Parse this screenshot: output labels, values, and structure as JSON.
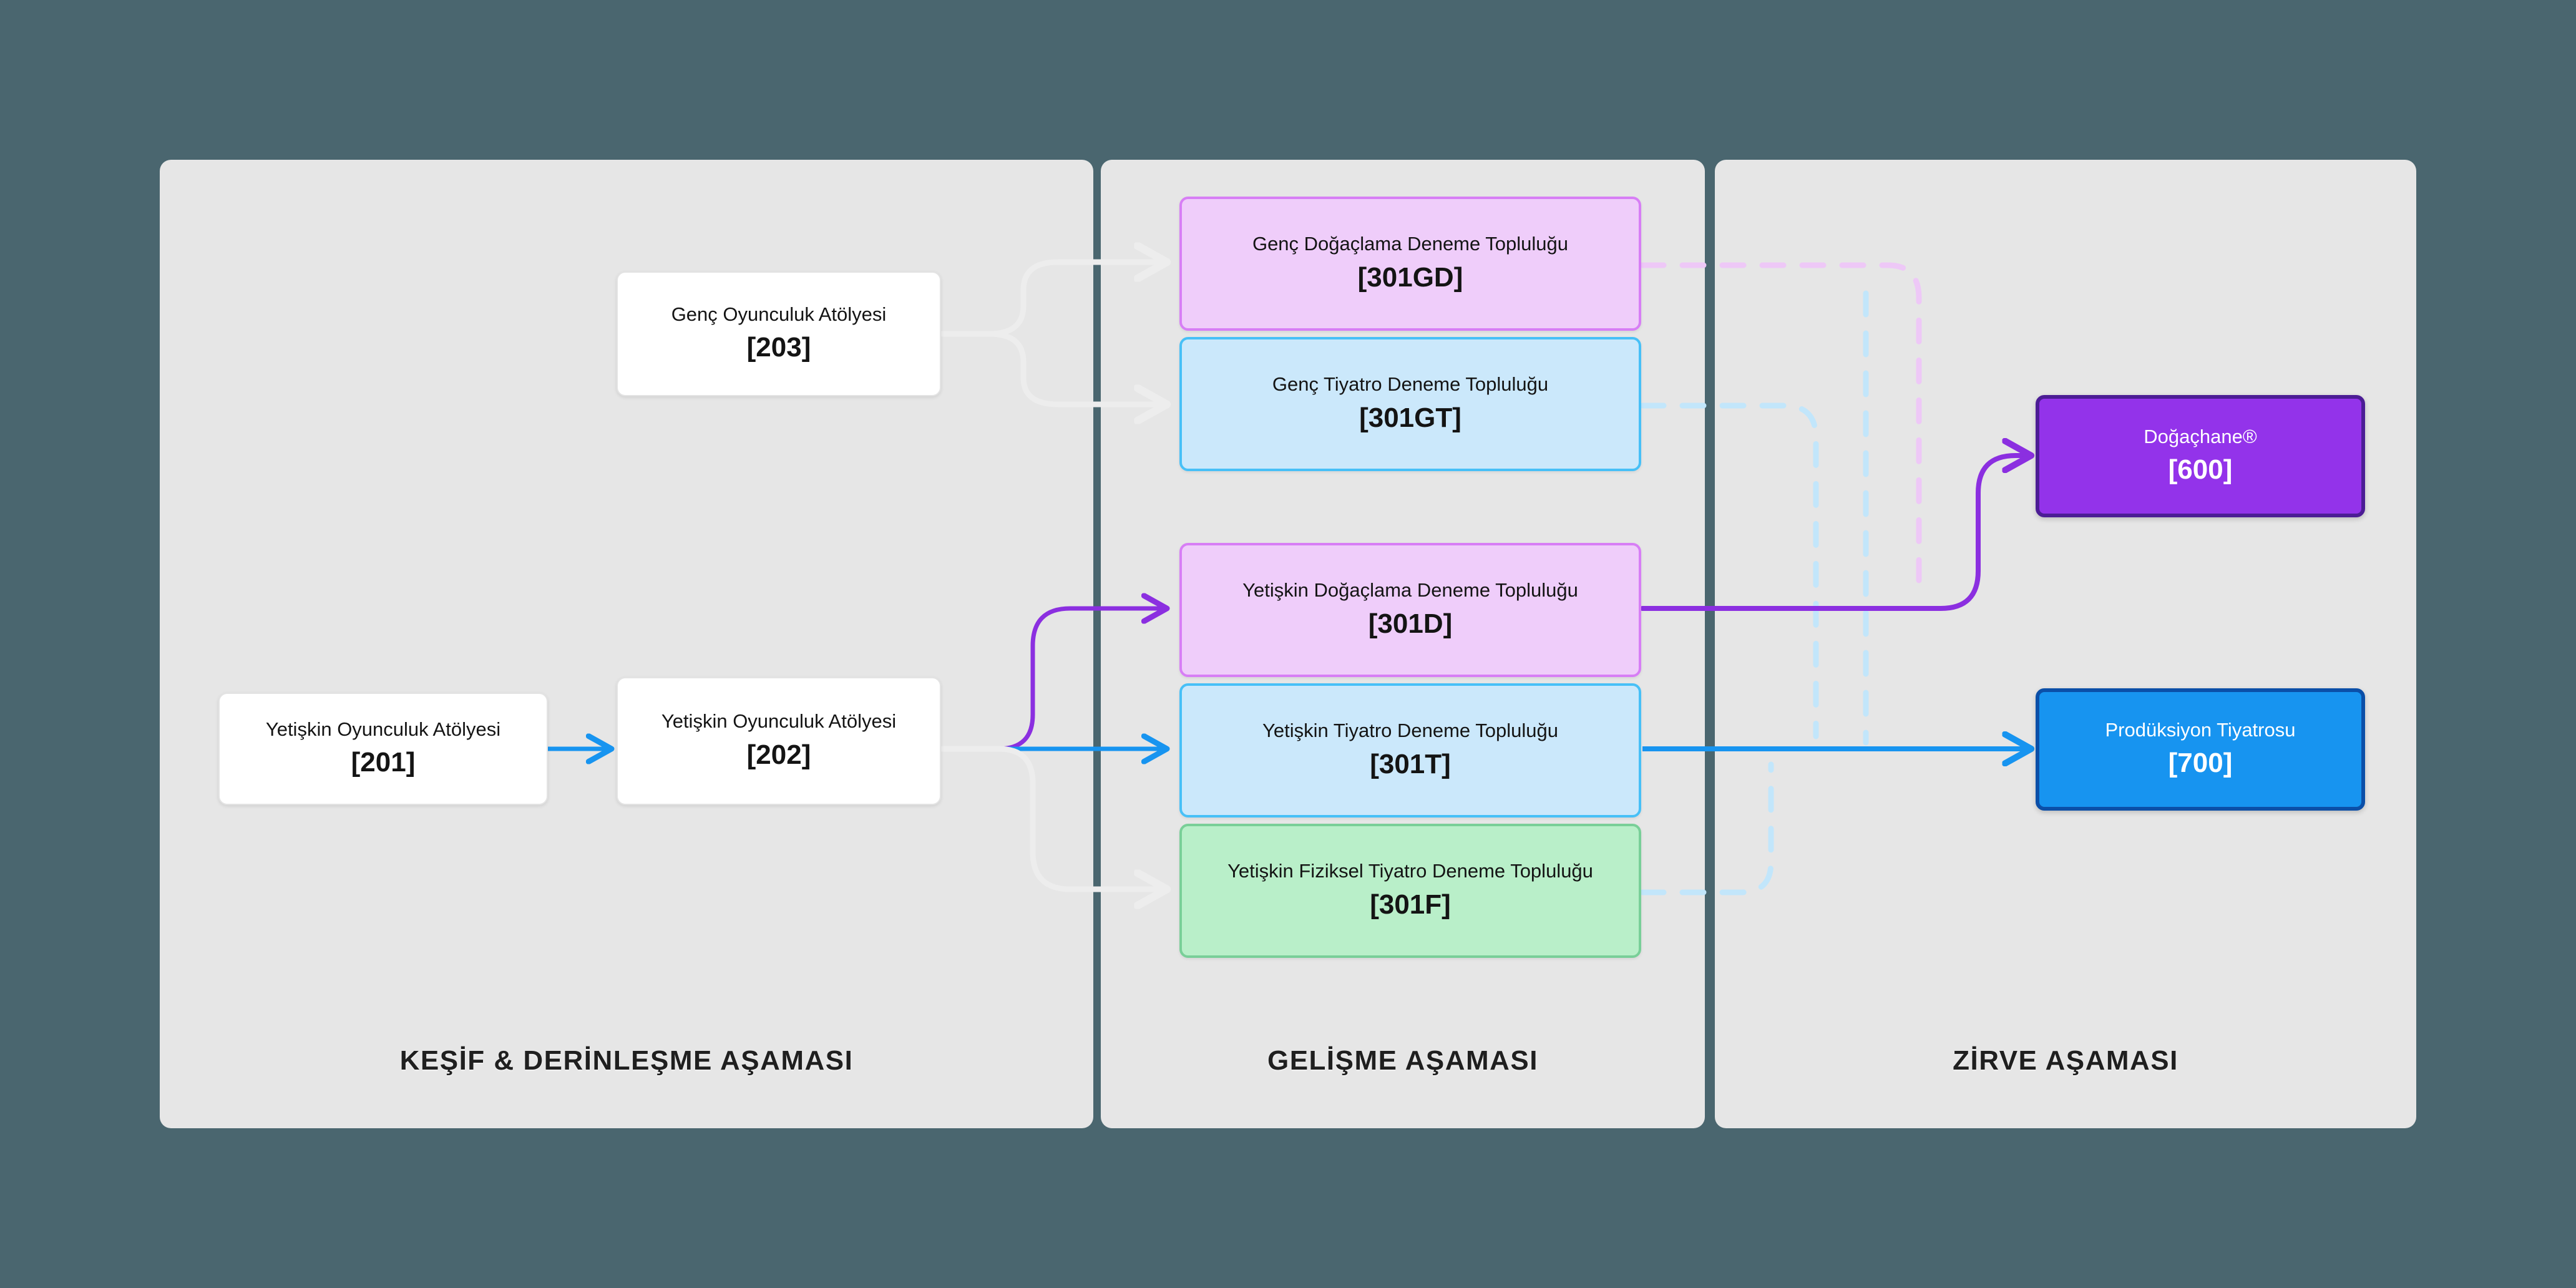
{
  "background_color": "#4a666f",
  "stages": [
    {
      "key": "discovery",
      "label": "KEŞİF & DERİNLEŞME AŞAMASI"
    },
    {
      "key": "development",
      "label": "GELİŞME AŞAMASI"
    },
    {
      "key": "summit",
      "label": "ZİRVE AŞAMASI"
    }
  ],
  "nodes": [
    {
      "key": "n201",
      "title": "Yetişkin Oyunculuk Atölyesi",
      "code": "[201]",
      "style": "white"
    },
    {
      "key": "n202",
      "title": "Yetişkin Oyunculuk Atölyesi",
      "code": "[202]",
      "style": "white"
    },
    {
      "key": "n203",
      "title": "Genç Oyunculuk Atölyesi",
      "code": "[203]",
      "style": "white"
    },
    {
      "key": "n301GD",
      "title": "Genç Doğaçlama Deneme Topluluğu",
      "code": "[301GD]",
      "style": "purple"
    },
    {
      "key": "n301GT",
      "title": "Genç Tiyatro Deneme Topluluğu",
      "code": "[301GT]",
      "style": "blue"
    },
    {
      "key": "n301D",
      "title": "Yetişkin Doğaçlama Deneme Topluluğu",
      "code": "[301D]",
      "style": "purple"
    },
    {
      "key": "n301T",
      "title": "Yetişkin Tiyatro Deneme Topluluğu",
      "code": "[301T]",
      "style": "blue"
    },
    {
      "key": "n301F",
      "title": "Yetişkin Fiziksel Tiyatro Deneme Topluluğu",
      "code": "[301F]",
      "style": "green"
    },
    {
      "key": "n600",
      "title": "Doğaçhane®",
      "code": "[600]",
      "style": "solid-purple"
    },
    {
      "key": "n700",
      "title": "Prodüksiyon Tiyatrosu",
      "code": "[700]",
      "style": "solid-blue"
    }
  ],
  "edges": [
    {
      "from": "n201",
      "to": "n202",
      "style": "solid",
      "color": "#1794f0"
    },
    {
      "from": "n202",
      "to": "n301D",
      "style": "solid",
      "color": "#8b2fe0"
    },
    {
      "from": "n202",
      "to": "n301T",
      "style": "solid",
      "color": "#1794f0"
    },
    {
      "from": "n202",
      "to": "n301F",
      "style": "solid",
      "color": "#e8e8e8"
    },
    {
      "from": "n203",
      "to": "n301GD",
      "style": "solid",
      "color": "#e8e8e8"
    },
    {
      "from": "n203",
      "to": "n301GT",
      "style": "solid",
      "color": "#e8e8e8"
    },
    {
      "from": "n301D",
      "to": "n600",
      "style": "solid",
      "color": "#8b2fe0"
    },
    {
      "from": "n301T",
      "to": "n700",
      "style": "solid",
      "color": "#1794f0"
    },
    {
      "from": "n301GD",
      "to": "n600",
      "style": "dashed",
      "color": "#eec8f7"
    },
    {
      "from": "n301GT",
      "to": "n700",
      "style": "dashed",
      "color": "#c2e6fb"
    },
    {
      "from": "n301F",
      "to": "n700",
      "style": "dashed",
      "color": "#c2e6fb"
    }
  ],
  "colors": {
    "panel": "#e6e6e6",
    "purple_fill": "#efcdfa",
    "purple_border": "#d77ef5",
    "blue_fill": "#cbe8fb",
    "blue_border": "#47c0f7",
    "green_fill": "#b9efc9",
    "green_border": "#79cf98",
    "solid_purple": "#9333ea",
    "solid_blue": "#1794f0",
    "edge_gray": "#e8e8e8"
  }
}
